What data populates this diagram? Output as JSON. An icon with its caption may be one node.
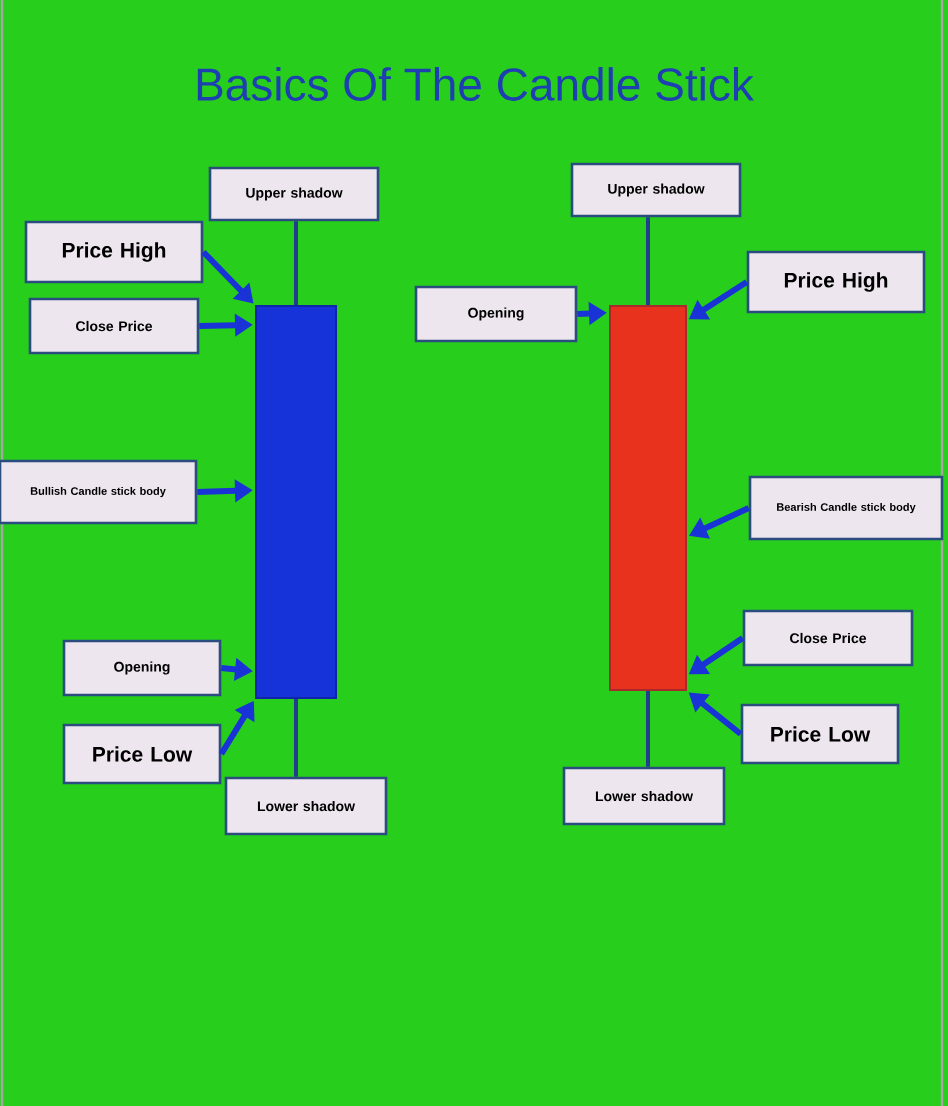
{
  "diagram": {
    "title": "Basics Of The Candle Stick",
    "nodes": [
      {
        "text": [
          "Upper shadow"
        ]
      },
      {
        "text": [
          "Price High"
        ]
      },
      {
        "text": [
          "Close Price"
        ]
      },
      {
        "text": [
          "Bullish Candle stick body"
        ]
      },
      {
        "text": [
          "Opening"
        ]
      },
      {
        "text": [
          "Price Low"
        ]
      },
      {
        "text": [
          "Lower shadow"
        ]
      },
      {
        "text": [],
        "shape": "box"
      },
      {
        "text": [
          "Upper shadow"
        ]
      },
      {
        "text": [
          "Opening"
        ]
      },
      {
        "text": [
          "Price High"
        ]
      },
      {
        "text": [
          "Bearish Candle stick body"
        ]
      },
      {
        "text": [
          "Close Price"
        ]
      },
      {
        "text": [
          "Price Low"
        ]
      },
      {
        "text": [
          "Lower shadow"
        ]
      },
      {
        "text": [],
        "shape": "box"
      }
    ],
    "edges": [
      {
        "from": 0,
        "to": 7,
        "arrow": "none"
      },
      {
        "from": 1,
        "to": 7,
        "arrow": "to"
      },
      {
        "from": 2,
        "to": 7,
        "arrow": "to"
      },
      {
        "from": 3,
        "to": 7,
        "arrow": "to"
      },
      {
        "from": 4,
        "to": 7,
        "arrow": "to"
      },
      {
        "from": 5,
        "to": 7,
        "arrow": "to"
      },
      {
        "from": 7,
        "to": 6,
        "arrow": "none"
      },
      {
        "from": 8,
        "to": 15,
        "arrow": "none"
      },
      {
        "from": 9,
        "to": 15,
        "arrow": "to"
      },
      {
        "from": 10,
        "to": 15,
        "arrow": "to"
      },
      {
        "from": 11,
        "to": 15,
        "arrow": "to"
      },
      {
        "from": 12,
        "to": 15,
        "arrow": "to"
      },
      {
        "from": 13,
        "to": 15,
        "arrow": "to"
      },
      {
        "from": 15,
        "to": 14,
        "arrow": "none"
      }
    ]
  }
}
